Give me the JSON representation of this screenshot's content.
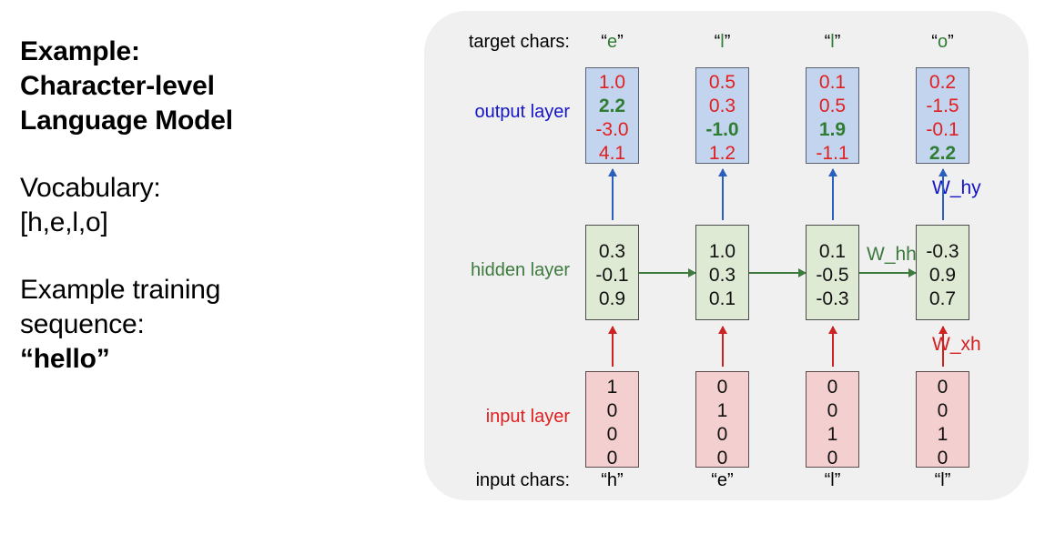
{
  "left_text": {
    "title_lines": [
      "Example:",
      "Character-level",
      "Language Model"
    ],
    "vocab_label": "Vocabulary:",
    "vocab_value": "[h,e,l,o]",
    "sequence_label_line1": "Example training",
    "sequence_label_line2": "sequence:",
    "sequence_value": "“hello”"
  },
  "diagram": {
    "row_labels": {
      "target_chars": "target chars:",
      "output_layer": "output layer",
      "hidden_layer": "hidden layer",
      "input_layer": "input layer",
      "input_chars": "input chars:"
    },
    "weight_labels": {
      "w_hy": "W_hy",
      "w_hh": "W_hh",
      "w_xh": "W_xh"
    },
    "colors": {
      "panel_bg": "#f0f0f0",
      "output_box": "#c3d4ef",
      "hidden_box": "#dfead4",
      "input_box": "#f4cfcf",
      "output_label": "#1414c8",
      "hidden_label": "#3d7a3d",
      "input_label": "#e02020",
      "value_red": "#e02020",
      "value_green": "#2e7d32",
      "value_black": "#111111",
      "arrow_blue": "#2b5fbe",
      "arrow_red": "#cc2222",
      "arrow_green": "#3d7a3d"
    },
    "quote_open": "“",
    "quote_close": "”",
    "columns": [
      {
        "target_char": "e",
        "input_char": "h",
        "output_values": [
          "1.0",
          "2.2",
          "-3.0",
          "4.1"
        ],
        "output_highlight_index": 1,
        "hidden_values": [
          "0.3",
          "-0.1",
          "0.9"
        ],
        "input_values": [
          "1",
          "0",
          "0",
          "0"
        ]
      },
      {
        "target_char": "l",
        "input_char": "e",
        "output_values": [
          "0.5",
          "0.3",
          "-1.0",
          "1.2"
        ],
        "output_highlight_index": 2,
        "hidden_values": [
          "1.0",
          "0.3",
          "0.1"
        ],
        "input_values": [
          "0",
          "1",
          "0",
          "0"
        ]
      },
      {
        "target_char": "l",
        "input_char": "l",
        "output_values": [
          "0.1",
          "0.5",
          "1.9",
          "-1.1"
        ],
        "output_highlight_index": 2,
        "hidden_values": [
          "0.1",
          "-0.5",
          "-0.3"
        ],
        "input_values": [
          "0",
          "0",
          "1",
          "0"
        ]
      },
      {
        "target_char": "o",
        "input_char": "l",
        "output_values": [
          "0.2",
          "-1.5",
          "-0.1",
          "2.2"
        ],
        "output_highlight_index": 3,
        "hidden_values": [
          "-0.3",
          "0.9",
          "0.7"
        ],
        "input_values": [
          "0",
          "0",
          "1",
          "0"
        ]
      }
    ]
  }
}
